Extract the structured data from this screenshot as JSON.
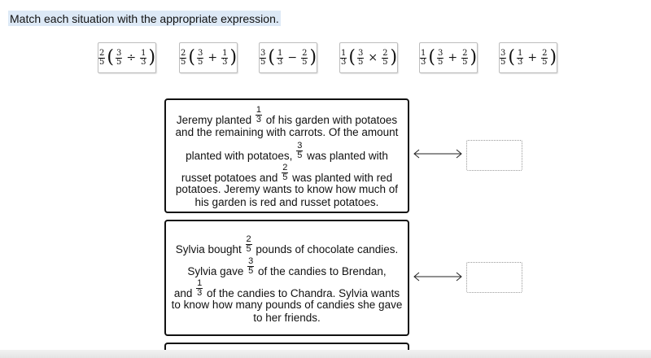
{
  "instruction": "Match each situation with the appropriate expression.",
  "tiles": [
    {
      "a": {
        "n": "2",
        "d": "5"
      },
      "b": {
        "n": "3",
        "d": "5"
      },
      "op": "÷",
      "c": {
        "n": "1",
        "d": "3"
      }
    },
    {
      "a": {
        "n": "2",
        "d": "5"
      },
      "b": {
        "n": "3",
        "d": "5"
      },
      "op": "+",
      "c": {
        "n": "1",
        "d": "3"
      }
    },
    {
      "a": {
        "n": "3",
        "d": "5"
      },
      "b": {
        "n": "1",
        "d": "3"
      },
      "op": "−",
      "c": {
        "n": "2",
        "d": "5"
      }
    },
    {
      "a": {
        "n": "1",
        "d": "3"
      },
      "b": {
        "n": "3",
        "d": "5"
      },
      "op": "×",
      "c": {
        "n": "2",
        "d": "5"
      }
    },
    {
      "a": {
        "n": "1",
        "d": "3"
      },
      "b": {
        "n": "3",
        "d": "5"
      },
      "op": "+",
      "c": {
        "n": "2",
        "d": "5"
      }
    },
    {
      "a": {
        "n": "3",
        "d": "5"
      },
      "b": {
        "n": "1",
        "d": "3"
      },
      "op": "+",
      "c": {
        "n": "2",
        "d": "5"
      }
    }
  ],
  "situations": [
    {
      "l1_pre": "Jeremy planted",
      "l1_frac": {
        "n": "1",
        "d": "3"
      },
      "l1_post": "of his garden with potatoes",
      "l2": "and the remaining with carrots. Of the amount",
      "l3_pre": "planted with potatoes,",
      "l3_frac": {
        "n": "3",
        "d": "5"
      },
      "l3_post": "was planted with",
      "l4_pre": "russet potatoes and",
      "l4_frac": {
        "n": "2",
        "d": "5"
      },
      "l4_post": "was planted with red",
      "l5": "potatoes. Jeremy wants to know how much of",
      "l6": "his garden is red and russet potatoes."
    },
    {
      "l1_pre": "Sylvia bought",
      "l1_frac": {
        "n": "2",
        "d": "5"
      },
      "l1_post": "pounds of chocolate candies.",
      "l2_pre": "Sylvia gave",
      "l2_frac": {
        "n": "3",
        "d": "5"
      },
      "l2_post": "of the candies to Brendan,",
      "l3_pre": "and",
      "l3_frac": {
        "n": "1",
        "d": "3"
      },
      "l3_post": "of the candies to Chandra. Sylvia wants",
      "l4": "to know how many pounds of candies she gave",
      "l5": "to her friends."
    }
  ]
}
